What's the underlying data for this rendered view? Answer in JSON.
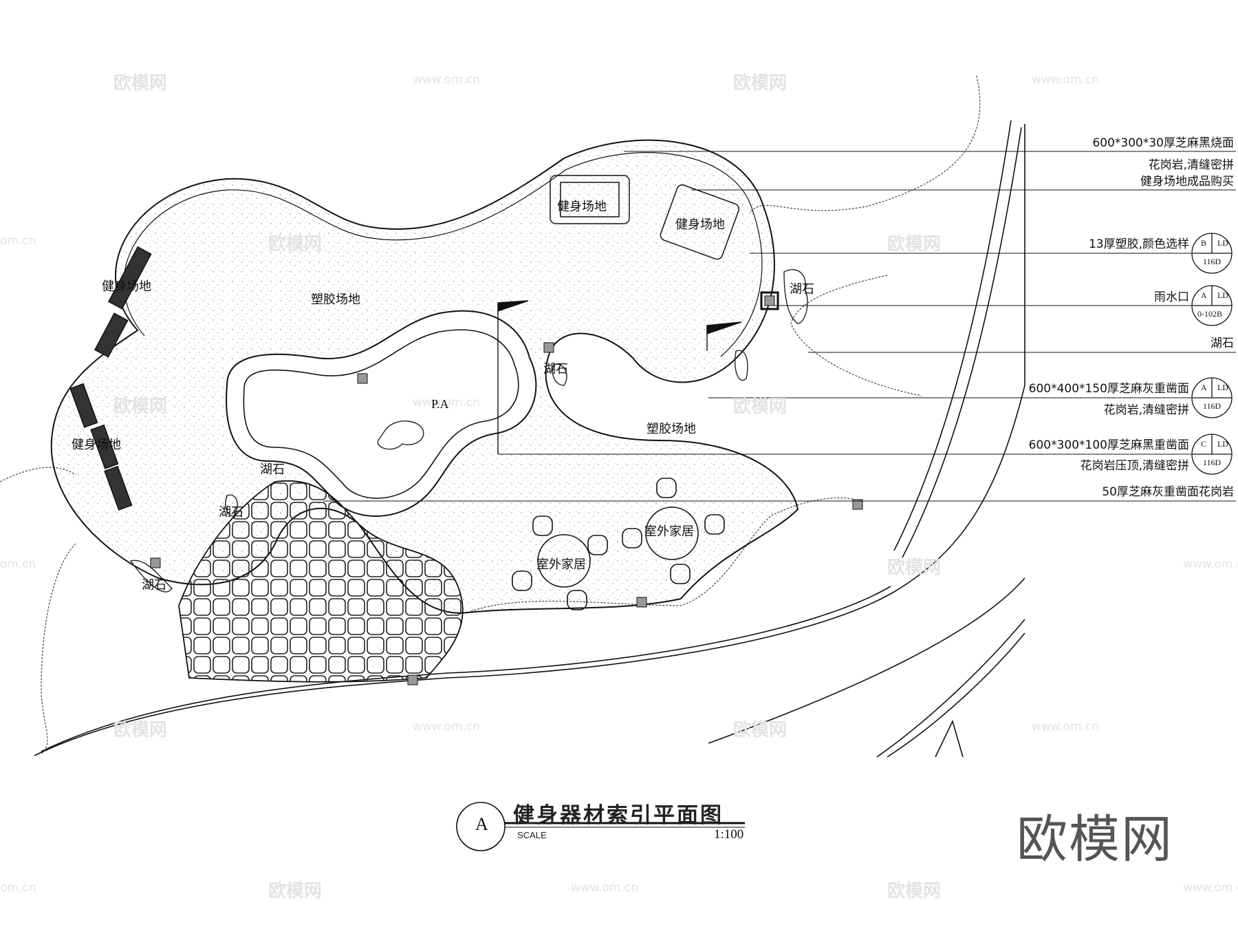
{
  "watermark": {
    "logo": "欧模网",
    "site": "www.om.cn",
    "partial": "om.cn"
  },
  "area_labels": {
    "fitness_top_a": "健身场地",
    "fitness_top_b": "健身场地",
    "fitness_left_a": "健身场地",
    "fitness_left_b": "健身场地",
    "plastic_left": "塑胶场地",
    "plastic_right": "塑胶场地",
    "pool": "P.A",
    "outdoor_a": "室外家居",
    "outdoor_b": "室外家居",
    "rock": "湖石"
  },
  "notes": [
    {
      "text": "600*300*30厚芝麻黑烧面"
    },
    {
      "text": "花岗岩,清缝密拼"
    },
    {
      "text": "健身场地成品购买"
    },
    {
      "text": "13厚塑胶,颜色选样",
      "ref": {
        "letter": "B",
        "sheet": "LD",
        "no": "116D"
      }
    },
    {
      "text": "雨水口",
      "ref": {
        "letter": "A",
        "sheet": "LD",
        "no": "0-102B"
      }
    },
    {
      "text": "湖石"
    },
    {
      "text": "600*400*150厚芝麻灰重凿面",
      "ref": {
        "letter": "A",
        "sheet": "LD",
        "no": "116D"
      }
    },
    {
      "text": "花岗岩,清缝密拼"
    },
    {
      "text": "600*300*100厚芝麻黑重凿面",
      "ref": {
        "letter": "C",
        "sheet": "LD",
        "no": "116D"
      }
    },
    {
      "text": "花岗岩压顶,清缝密拼"
    },
    {
      "text": "50厚芝麻灰重凿面花岗岩"
    }
  ],
  "title": {
    "mark": "A",
    "text": "健身器材索引平面图",
    "scale_label": "SCALE",
    "scale": "1:100"
  },
  "brand": "欧模网"
}
